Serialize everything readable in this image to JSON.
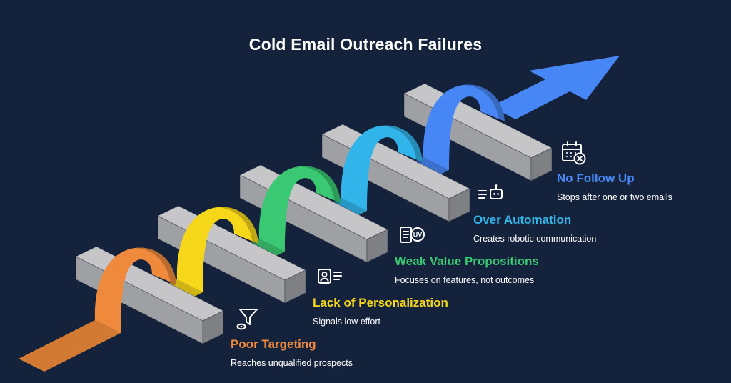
{
  "title": "Cold Email Outreach Failures",
  "background_color": "#15223B",
  "text_color": "#FFFFFF",
  "arrow_color": "#4787F5",
  "hurdle": {
    "top": "#C6C6C8",
    "front": "#9EA0A3",
    "end": "#7E8084"
  },
  "stages": [
    {
      "label": "Poor Targeting",
      "description": "Reaches unqualified prospects",
      "color": "#EF8A3C",
      "icon": "funnel-eye-icon"
    },
    {
      "label": "Lack of Personalization",
      "description": "Signals low effort",
      "color": "#F6D71A",
      "icon": "person-document-icon"
    },
    {
      "label": "Weak Value Propositions",
      "description": "Focuses on features, not outcomes",
      "color": "#3BC873",
      "icon": "document-uv-icon"
    },
    {
      "label": "Over Automation",
      "description": "Creates robotic communication",
      "color": "#31B4E9",
      "icon": "robot-list-icon"
    },
    {
      "label": "No Follow Up",
      "description": "Stops after one or two emails",
      "color": "#4787F5",
      "icon": "calendar-x-icon"
    }
  ],
  "icon_text": {
    "uv": "UV"
  }
}
